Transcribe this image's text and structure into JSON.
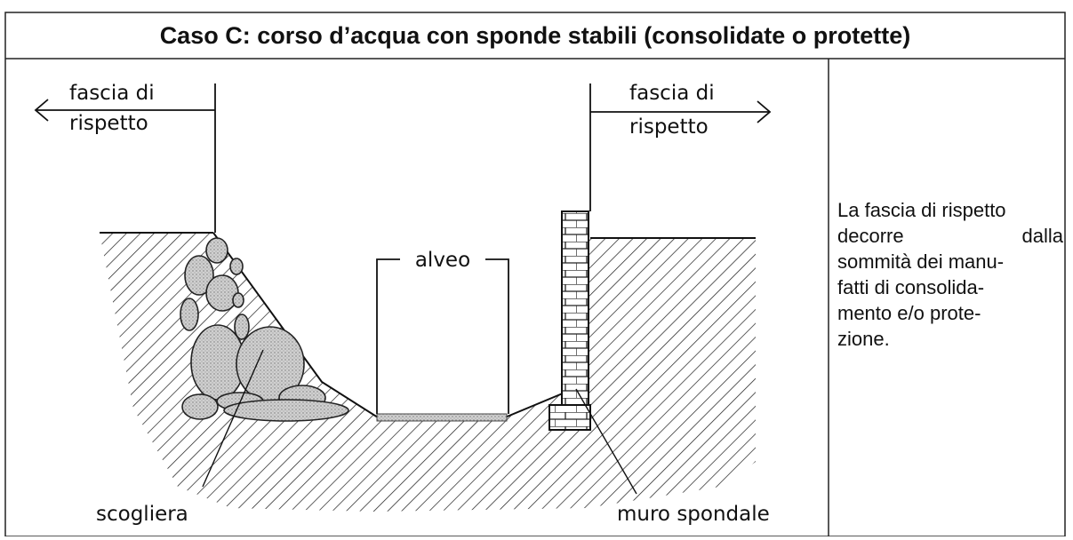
{
  "header": {
    "title": "Caso C: corso d’acqua con sponde stabili (consolidate o protette)"
  },
  "diagram": {
    "left_label": [
      "fascia di",
      "rispetto"
    ],
    "right_label": [
      "fascia di",
      "rispetto"
    ],
    "channel_label": "alveo",
    "rock_label": "scogliera",
    "wall_label": "muro spondale"
  },
  "sidebar": {
    "lines": [
      "La fascia di rispetto",
      "decorre dalla",
      "sommità dei manu-",
      "fatti di consolida-",
      "mento e/o prote-",
      "zione."
    ]
  },
  "colors": {
    "ink": "#111111",
    "stone_fill": "#c8c8c8",
    "water": "#d9d9d9"
  }
}
